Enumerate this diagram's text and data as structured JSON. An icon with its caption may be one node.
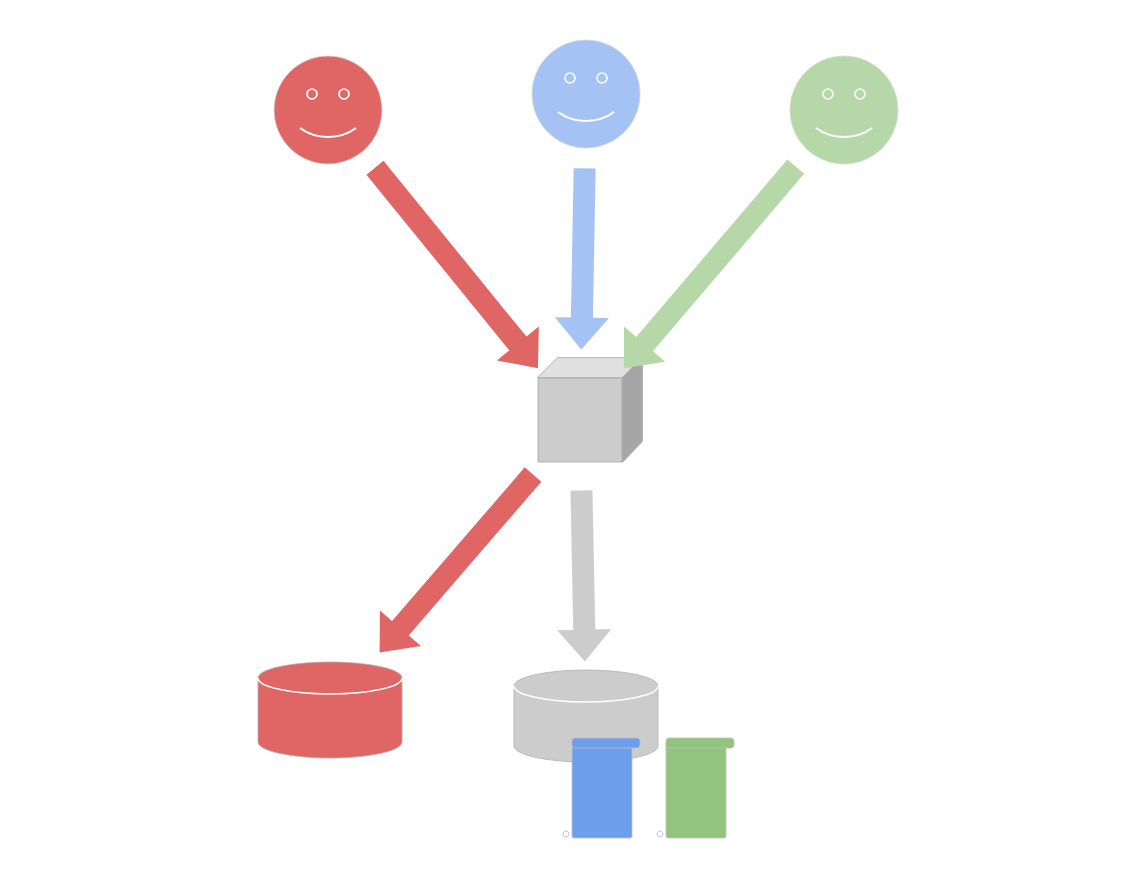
{
  "diagram": {
    "nodes": [
      {
        "text": [],
        "shape": "circle"
      },
      {
        "text": [],
        "shape": "circle"
      },
      {
        "text": [],
        "shape": "circle"
      },
      {
        "text": [],
        "shape": "box"
      },
      {
        "text": [],
        "shape": "cylinder"
      },
      {
        "text": [],
        "shape": "cylinder"
      },
      {
        "text": [],
        "shape": "scroll"
      },
      {
        "text": [],
        "shape": "scroll"
      }
    ],
    "edges": [
      {
        "from": 0,
        "to": 3,
        "arrow": "to",
        "color": "#e06666"
      },
      {
        "from": 1,
        "to": 3,
        "arrow": "to",
        "color": "#a4c2f4"
      },
      {
        "from": 2,
        "to": 3,
        "arrow": "to",
        "color": "#b6d7a8"
      },
      {
        "from": 3,
        "to": 4,
        "arrow": "to",
        "color": "#e06666"
      },
      {
        "from": 3,
        "to": 5,
        "arrow": "to",
        "color": "#cccccc"
      }
    ]
  }
}
